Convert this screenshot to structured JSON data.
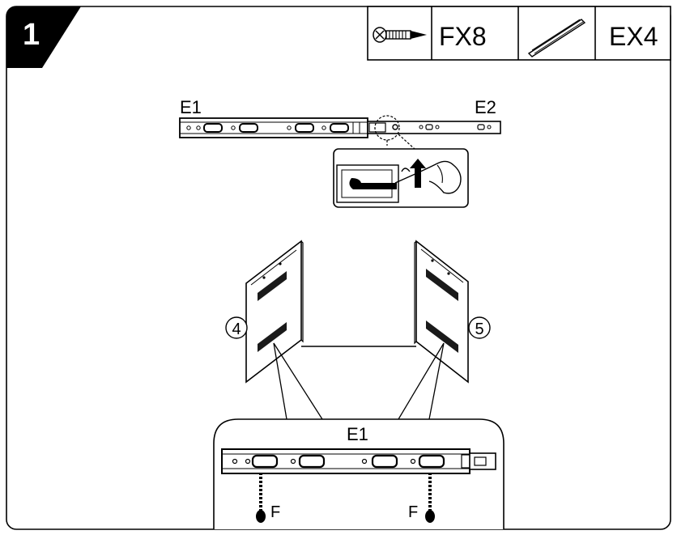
{
  "step": {
    "number": "1"
  },
  "parts_bar": {
    "screw_icon": "screw-icon",
    "screw_code": "FX8",
    "rail_icon": "drawer-rail-icon",
    "rail_code": "EX4"
  },
  "top_assembly": {
    "left_label": "E1",
    "right_label": "E2"
  },
  "panels": {
    "left_number": "4",
    "right_number": "5"
  },
  "detail": {
    "rail_label": "E1",
    "screw_label_left": "F",
    "screw_label_right": "F"
  },
  "colors": {
    "ink": "#000000",
    "paper": "#ffffff",
    "rail_fill": "#f4f4f4",
    "shadow_gray": "#7a7a7a"
  }
}
